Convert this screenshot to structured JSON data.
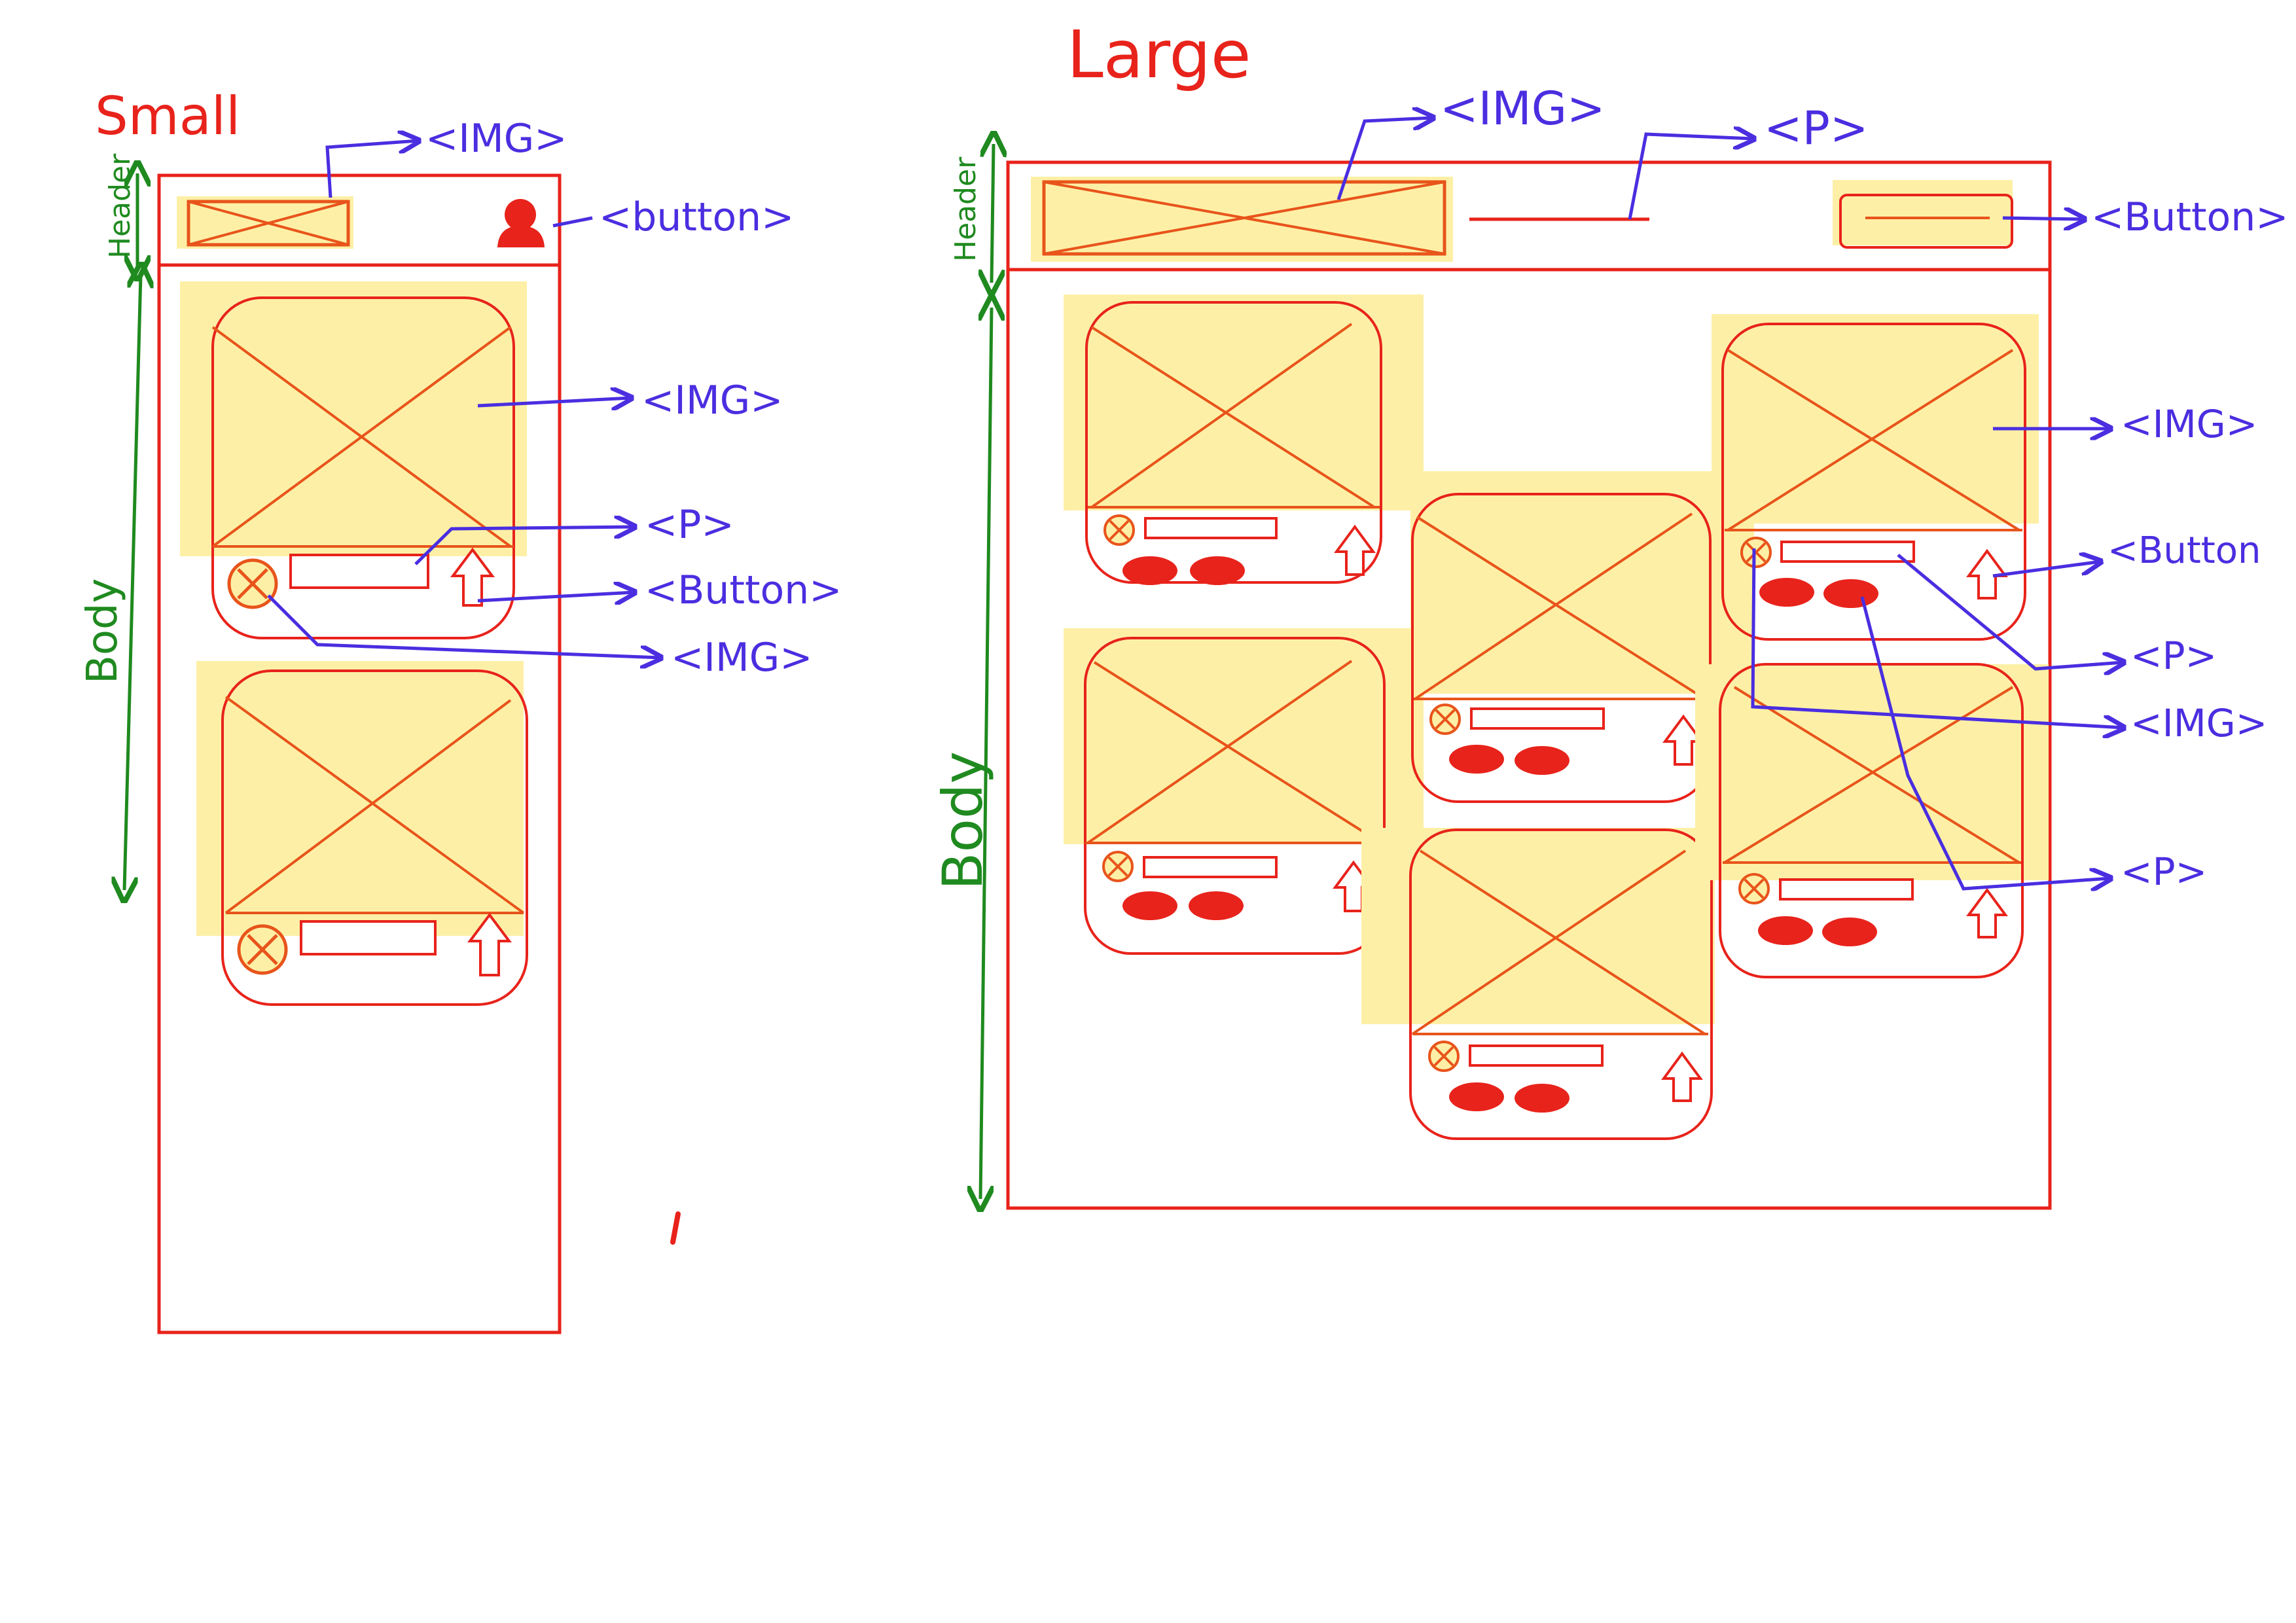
{
  "titles": {
    "small": "Small",
    "large": "Large"
  },
  "sections": {
    "header": "Header",
    "body": "Body"
  },
  "small": {
    "annotations": {
      "header_img": "<IMG>",
      "header_button": "<button>",
      "card_img": "<IMG>",
      "card_p": "<P>",
      "card_button": "<Button>",
      "card_icon_img": "<IMG>"
    }
  },
  "large": {
    "annotations": {
      "header_img": "<IMG>",
      "header_p": "<P>",
      "header_button": "<Button>",
      "card_img": "<IMG>",
      "card_button": "<Button",
      "card_p": "<P>",
      "card_icon_img": "<IMG>",
      "card_p2": "<P>"
    }
  },
  "colors": {
    "frame": "#e8231b",
    "sketch": "#e8541b",
    "highlight": "#fdf0a6",
    "annotation": "#4a2ee0",
    "section": "#1f8a1f",
    "title": "#e8231b",
    "blob": "#e8231b"
  }
}
